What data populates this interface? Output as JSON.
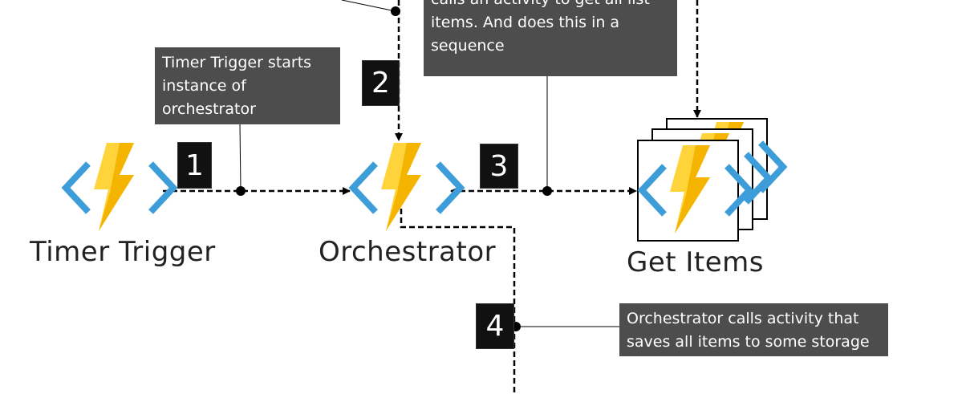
{
  "colors": {
    "line": "#000000",
    "callout_bg": "#4d4d4d",
    "badge_bg": "#111111",
    "bracket": "#3c9dd8",
    "bolt_light": "#ffd43b",
    "bolt_dark": "#f4b400"
  },
  "nodes": {
    "timer": {
      "label": "Timer Trigger",
      "icon": "azure-function-icon"
    },
    "orchestrator": {
      "label": "Orchestrator",
      "icon": "azure-function-icon"
    },
    "get_items": {
      "label": "Get Items",
      "icon": "azure-function-stack-icon"
    }
  },
  "badges": {
    "b1": "1",
    "b2": "2",
    "b3": "3",
    "b4": "4"
  },
  "callouts": {
    "step1": "Timer Trigger starts instance of orchestrator",
    "step3": "calls an activity to get all list items. And does this in a sequence",
    "step4": "Orchestrator calls activity that saves all items to some storage"
  }
}
